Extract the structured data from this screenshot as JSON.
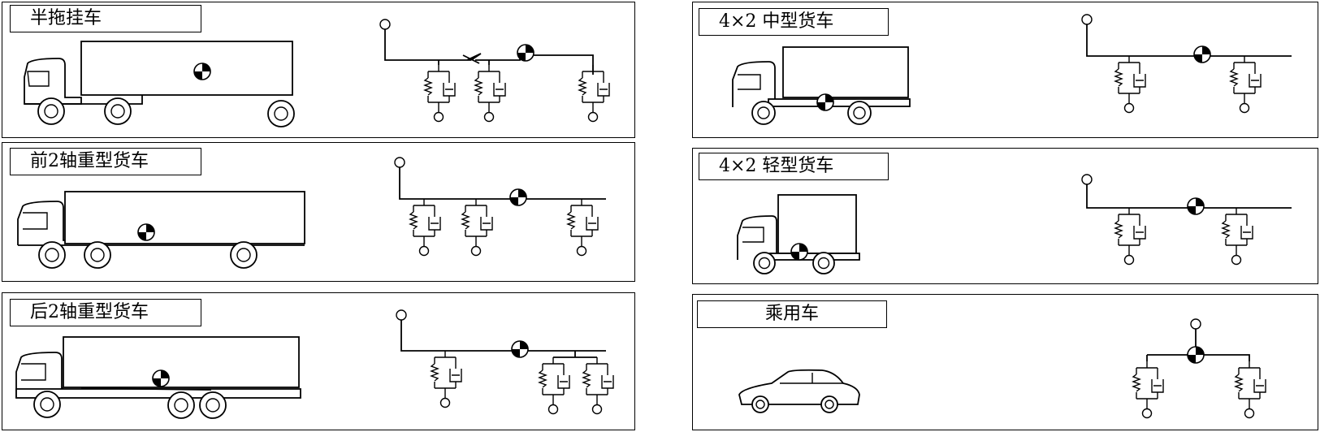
{
  "panels": [
    {
      "id": "semi-trailer",
      "label": "半拖挂车"
    },
    {
      "id": "front-2-axle-heavy-truck",
      "label": "前2轴重型货车"
    },
    {
      "id": "rear-2-axle-heavy-truck",
      "label": "后2轴重型货车"
    },
    {
      "id": "4x2-medium-truck",
      "label": "4×2 中型货车"
    },
    {
      "id": "4x2-light-truck",
      "label": "4×2 轻型货车"
    },
    {
      "id": "passenger-car",
      "label": "乘用车"
    }
  ],
  "icons": {
    "center_of_mass": "center-of-mass-icon",
    "spring_damper": "spring-damper-icon",
    "tire_node": "tire-node-icon"
  },
  "colors": {
    "line": "#000000",
    "background": "#ffffff"
  }
}
